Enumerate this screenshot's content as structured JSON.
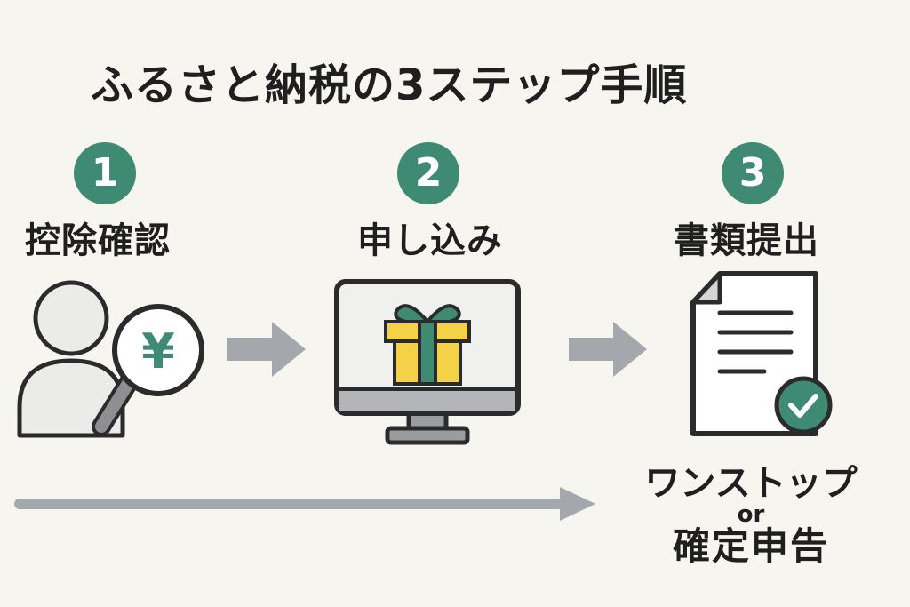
{
  "title": "ふるさと納税の3ステップ手順",
  "steps": [
    {
      "number": "1",
      "label": "控除確認",
      "icon": "person-magnifier-yen-icon",
      "symbol": "¥"
    },
    {
      "number": "2",
      "label": "申し込み",
      "icon": "monitor-gift-icon"
    },
    {
      "number": "3",
      "label": "書類提出",
      "icon": "document-check-icon"
    }
  ],
  "final": {
    "line1": "ワンストップ",
    "or": "or",
    "line2": "確定申告"
  },
  "colors": {
    "background": "#f7f5ef",
    "accent_green": "#3e8a72",
    "arrow_gray": "#a4a7ac",
    "gift_yellow": "#f3d24a",
    "outline": "#2b2b2b"
  }
}
